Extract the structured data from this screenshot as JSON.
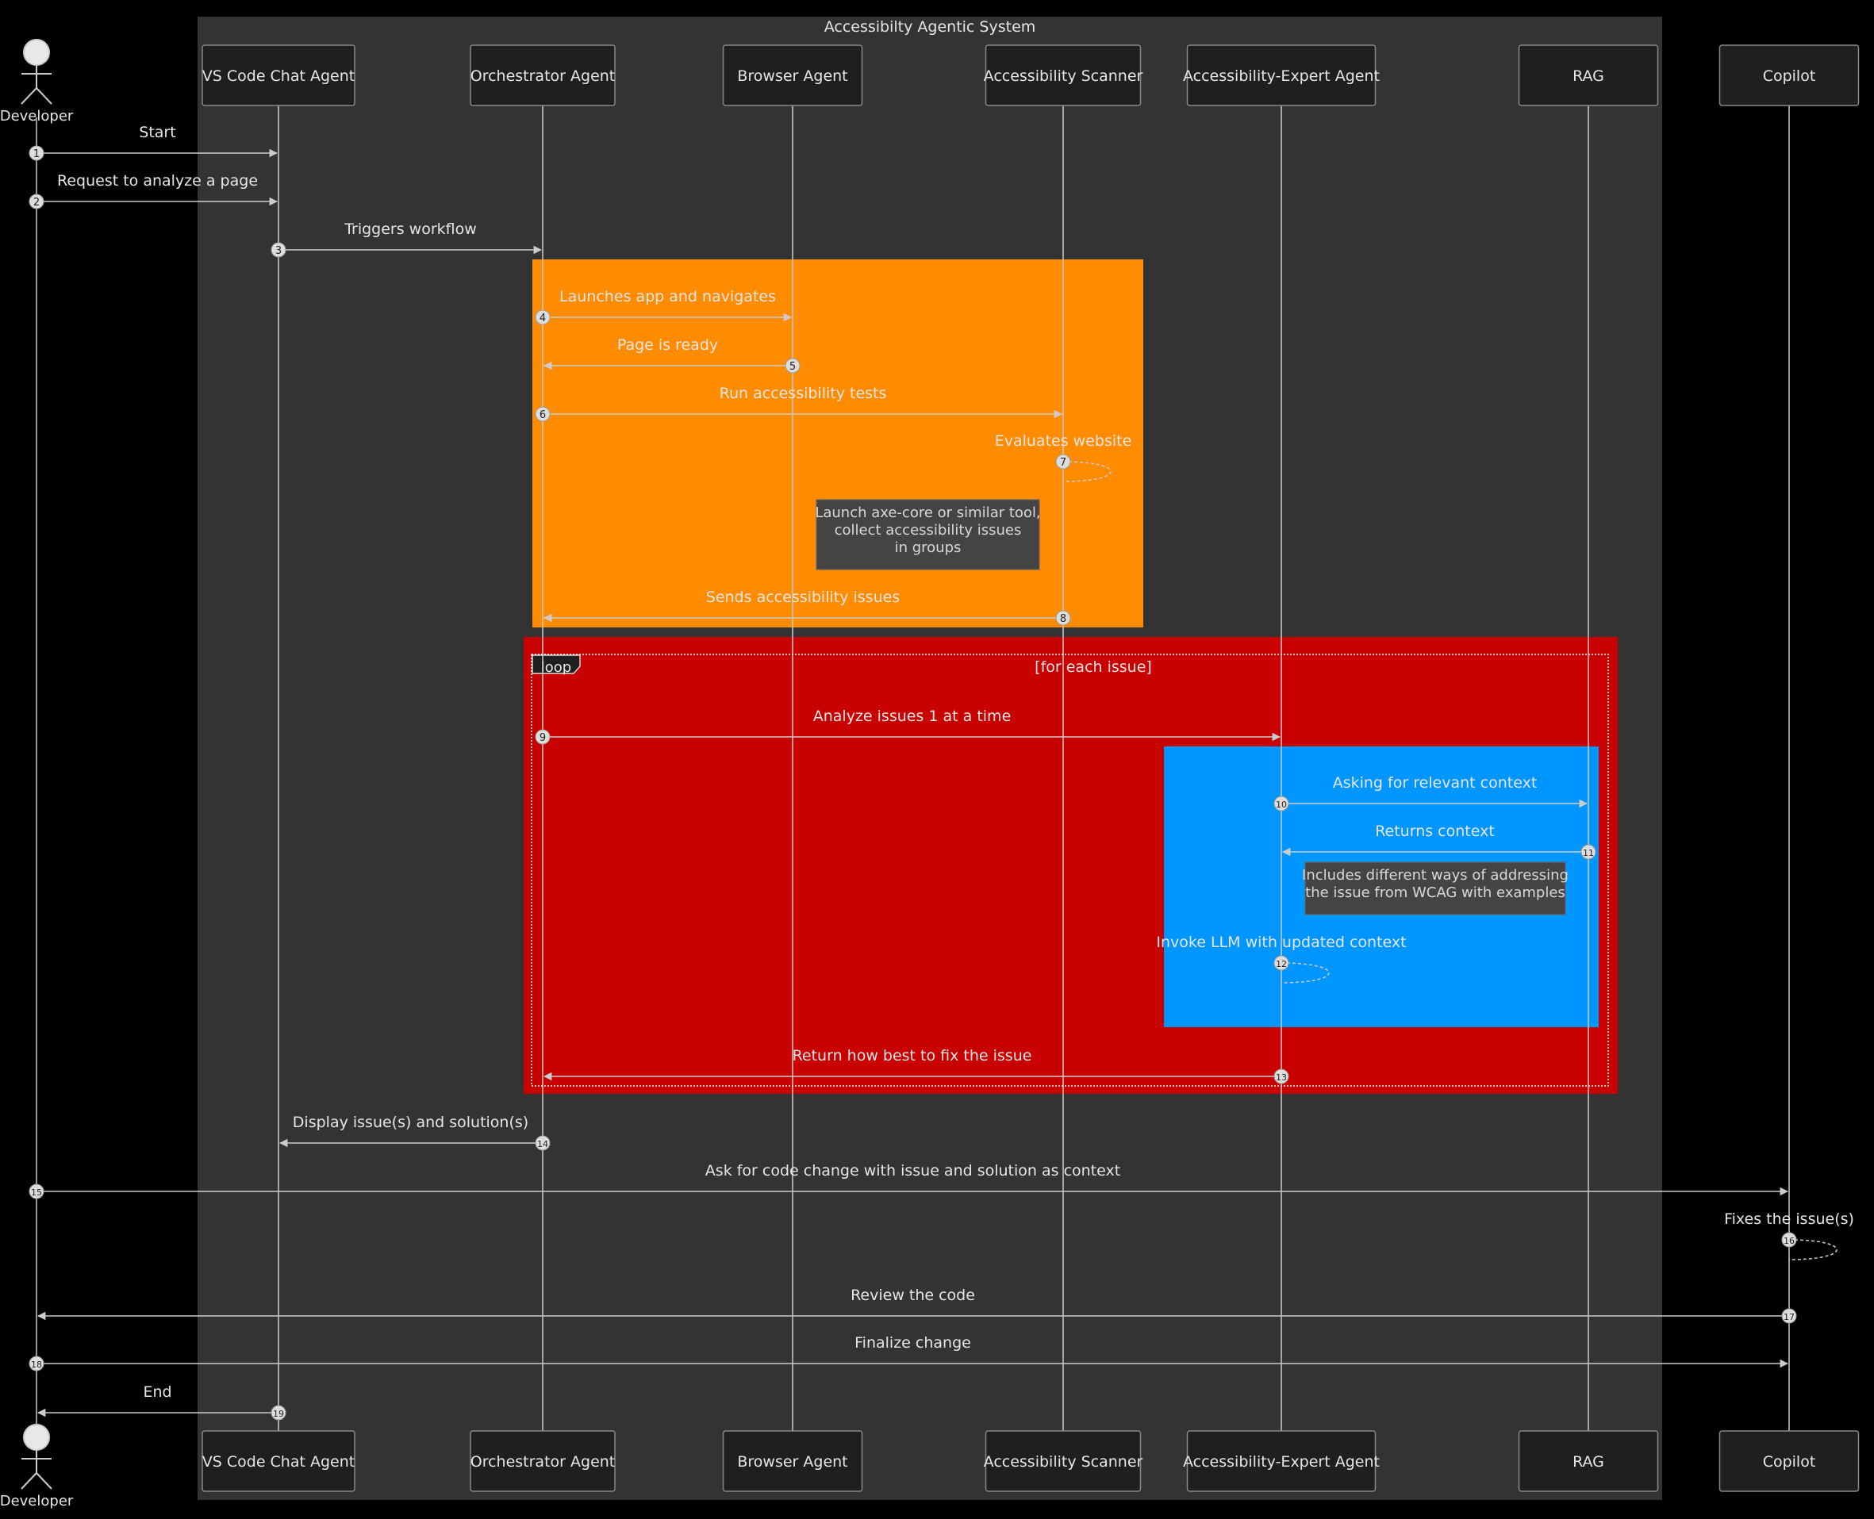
{
  "diagram": {
    "box_title": "Accessibilty Agentic System",
    "colors": {
      "background": "#000000",
      "system_box": "#333333",
      "participant_fill": "#1f1f1f",
      "participant_stroke": "#888888",
      "line": "#cccccc",
      "text": "#e6e6e6",
      "rect_orange": "#ff8c00",
      "rect_red": "#c80000",
      "rect_blue": "#0096ff",
      "note_fill": "#444444",
      "note_text": "#d8d8d8"
    },
    "participants": [
      {
        "id": "dev",
        "label": "Developer",
        "type": "actor"
      },
      {
        "id": "vsc",
        "label": "VS Code Chat Agent",
        "type": "participant"
      },
      {
        "id": "orc",
        "label": "Orchestrator Agent",
        "type": "participant"
      },
      {
        "id": "brw",
        "label": "Browser Agent",
        "type": "participant"
      },
      {
        "id": "scn",
        "label": "Accessibility Scanner",
        "type": "participant"
      },
      {
        "id": "exp",
        "label": "Accessibility-Expert Agent",
        "type": "participant"
      },
      {
        "id": "rag",
        "label": "RAG",
        "type": "participant"
      },
      {
        "id": "cop",
        "label": "Copilot",
        "type": "participant"
      }
    ],
    "messages": [
      {
        "n": "1",
        "from": "dev",
        "to": "vsc",
        "text": "Start"
      },
      {
        "n": "2",
        "from": "dev",
        "to": "vsc",
        "text": "Request to analyze a page"
      },
      {
        "n": "3",
        "from": "vsc",
        "to": "orc",
        "text": "Triggers workflow"
      },
      {
        "n": "4",
        "from": "orc",
        "to": "brw",
        "text": "Launches app and navigates"
      },
      {
        "n": "5",
        "from": "brw",
        "to": "orc",
        "text": "Page is ready"
      },
      {
        "n": "6",
        "from": "orc",
        "to": "scn",
        "text": "Run accessibility tests"
      },
      {
        "n": "7",
        "from": "scn",
        "to": "scn",
        "text": "Evaluates website"
      },
      {
        "n": "8",
        "from": "scn",
        "to": "orc",
        "text": "Sends accessibility issues"
      },
      {
        "n": "9",
        "from": "orc",
        "to": "exp",
        "text": "Analyze issues 1 at a time"
      },
      {
        "n": "10",
        "from": "exp",
        "to": "rag",
        "text": "Asking for relevant context"
      },
      {
        "n": "11",
        "from": "rag",
        "to": "exp",
        "text": "Returns context"
      },
      {
        "n": "12",
        "from": "exp",
        "to": "exp",
        "text": "Invoke LLM with updated context"
      },
      {
        "n": "13",
        "from": "exp",
        "to": "orc",
        "text": "Return how best to fix the issue"
      },
      {
        "n": "14",
        "from": "orc",
        "to": "vsc",
        "text": "Display issue(s) and solution(s)"
      },
      {
        "n": "15",
        "from": "dev",
        "to": "cop",
        "text": "Ask for code change with issue and solution as context"
      },
      {
        "n": "16",
        "from": "cop",
        "to": "cop",
        "text": "Fixes the issue(s)"
      },
      {
        "n": "17",
        "from": "cop",
        "to": "dev",
        "text": "Review the code"
      },
      {
        "n": "18",
        "from": "dev",
        "to": "cop",
        "text": "Finalize change"
      },
      {
        "n": "19",
        "from": "vsc",
        "to": "dev",
        "text": "End"
      }
    ],
    "notes": [
      {
        "lines": [
          "Launch axe-core or similar tool,",
          "collect accessibility issues",
          "in groups"
        ]
      },
      {
        "lines": [
          "Includes different ways of addressing",
          "the issue from WCAG with examples"
        ]
      }
    ],
    "loop": {
      "label": "loop",
      "condition": "[for each issue]"
    }
  }
}
